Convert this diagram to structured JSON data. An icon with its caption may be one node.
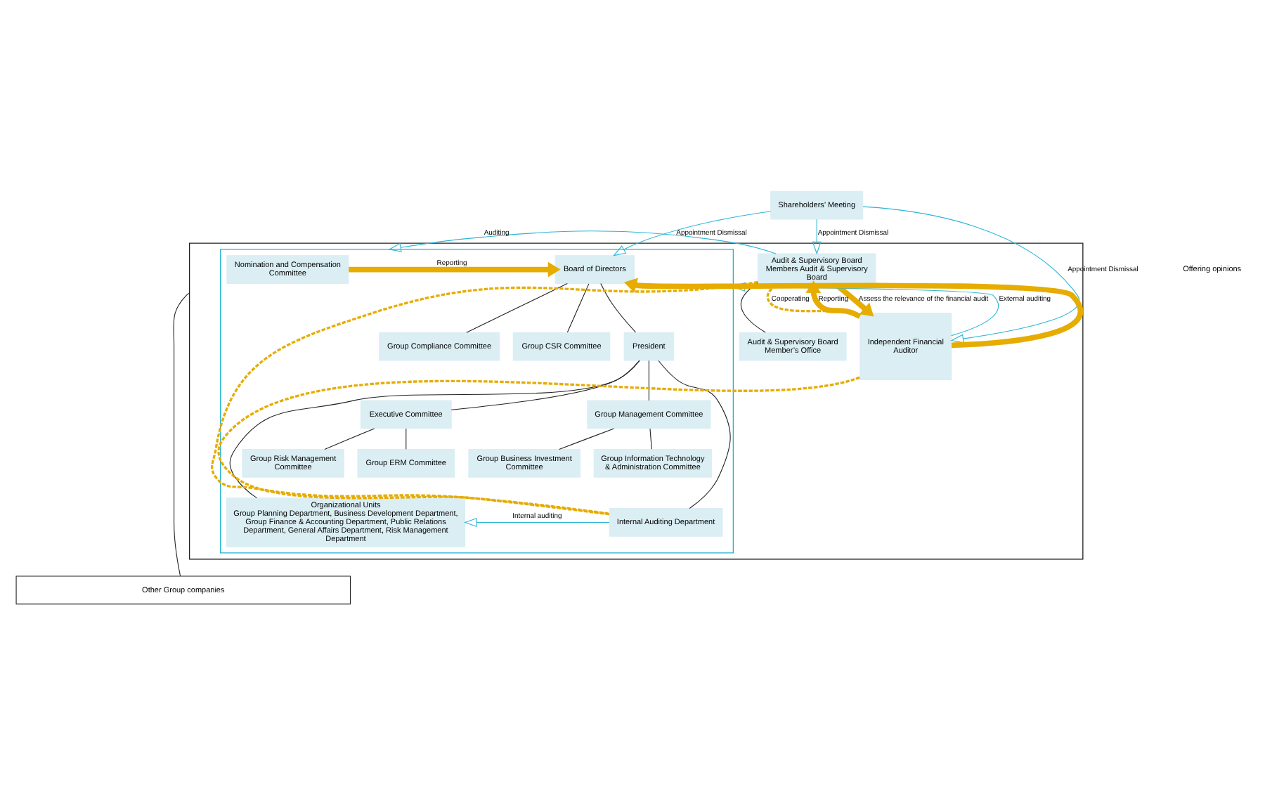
{
  "diagram": {
    "nodes": [
      {
        "text": [
          "Shareholders’ Meeting"
        ]
      },
      {
        "text": [],
        "shape": "box"
      },
      {
        "text": [],
        "shape": "box",
        "in": 1
      },
      {
        "text": [
          "Nomination and Compensation Committee"
        ],
        "in": 2
      },
      {
        "text": [
          "Board of Directors"
        ],
        "in": 2
      },
      {
        "text": [
          "Group Compliance Committee"
        ],
        "in": 2
      },
      {
        "text": [
          "Group CSR Committee"
        ],
        "in": 2
      },
      {
        "text": [
          "President"
        ],
        "in": 2
      },
      {
        "text": [
          "Executive Committee"
        ],
        "in": 2
      },
      {
        "text": [
          "Group Management Committee"
        ],
        "in": 2
      },
      {
        "text": [
          "Group ERM Committee"
        ],
        "in": 2
      },
      {
        "text": [
          "Group Risk Management Committee"
        ],
        "in": 2
      },
      {
        "text": [
          "Group Information Technology & Administration Committee"
        ],
        "in": 2
      },
      {
        "text": [
          "Group Business Investment Committee"
        ],
        "in": 2
      },
      {
        "text": [
          "Organizational Units",
          "Group Planning Department, Business Development Department, Group Finance & Accounting Department, Public Relations Department, General Affairs Department, Risk Management Department"
        ],
        "in": 2
      },
      {
        "text": [
          "Internal Auditing Department"
        ],
        "in": 2
      },
      {
        "text": [
          "Audit & Supervisory Board Members Audit & Supervisory Board"
        ],
        "in": 1
      },
      {
        "text": [
          "Audit & Supervisory Board Member’s Office"
        ],
        "in": 1
      },
      {
        "text": [
          "Independent Financial Auditor"
        ],
        "in": 1
      },
      {
        "text": [
          "Other Group companies"
        ]
      }
    ],
    "edges": [
      {
        "from": 0,
        "to": 4,
        "arrow": "to",
        "label": "Appointment Dismissal",
        "color": "#2bb5d6"
      },
      {
        "from": 0,
        "to": 16,
        "arrow": "to",
        "label": "Appointment Dismissal",
        "color": "#2bb5d6"
      },
      {
        "from": 0,
        "to": 18,
        "arrow": "to",
        "label": "Appointment Dismissal",
        "color": "#2bb5d6"
      },
      {
        "from": 3,
        "to": 4,
        "arrow": "to",
        "label": "Reporting",
        "style": "thick",
        "color": "#e6ac00"
      },
      {
        "from": 4,
        "to": 5,
        "arrow": "none"
      },
      {
        "from": 4,
        "to": 6,
        "arrow": "none"
      },
      {
        "from": 4,
        "to": 7,
        "arrow": "none"
      },
      {
        "from": 7,
        "to": 8,
        "arrow": "none"
      },
      {
        "from": 7,
        "to": 9,
        "arrow": "none"
      },
      {
        "from": 7,
        "to": 14,
        "arrow": "none"
      },
      {
        "from": 7,
        "to": 15,
        "arrow": "none"
      },
      {
        "from": 8,
        "to": 10,
        "arrow": "none"
      },
      {
        "from": 8,
        "to": 11,
        "arrow": "none"
      },
      {
        "from": 9,
        "to": 12,
        "arrow": "none"
      },
      {
        "from": 9,
        "to": 13,
        "arrow": "none"
      },
      {
        "from": 18,
        "to": 4,
        "arrow": "to",
        "style": "thick",
        "color": "#e6ac00"
      },
      {
        "from": 18,
        "to": 16,
        "arrow": "to",
        "label": "Reporting",
        "style": "thick",
        "color": "#e6ac00"
      },
      {
        "from": 16,
        "to": 18,
        "arrow": "to",
        "label": "Assess the relevance of the financial audit",
        "style": "thick",
        "color": "#e6ac00"
      },
      {
        "from": 16,
        "to": 17,
        "arrow": "none"
      },
      {
        "from": 16,
        "to": 2,
        "arrow": "to",
        "label": "Auditing",
        "color": "#2bb5d6"
      },
      {
        "from": 16,
        "to": 18,
        "arrow": "none",
        "label": "Cooperating",
        "style": "dashed",
        "color": "#e6ac00"
      },
      {
        "from": 16,
        "to": 15,
        "arrow": "none",
        "style": "dashed",
        "color": "#e6ac00"
      },
      {
        "from": 15,
        "to": 18,
        "arrow": "none",
        "style": "dashed",
        "color": "#e6ac00"
      },
      {
        "from": 15,
        "to": 14,
        "arrow": "to",
        "label": "Internal auditing",
        "color": "#2bb5d6"
      },
      {
        "from": 18,
        "to": 2,
        "arrow": "to",
        "label": "External auditing",
        "color": "#2bb5d6"
      },
      {
        "from": 1,
        "to": 19,
        "arrow": "none"
      }
    ],
    "labels": [
      "Offering opinions"
    ]
  }
}
